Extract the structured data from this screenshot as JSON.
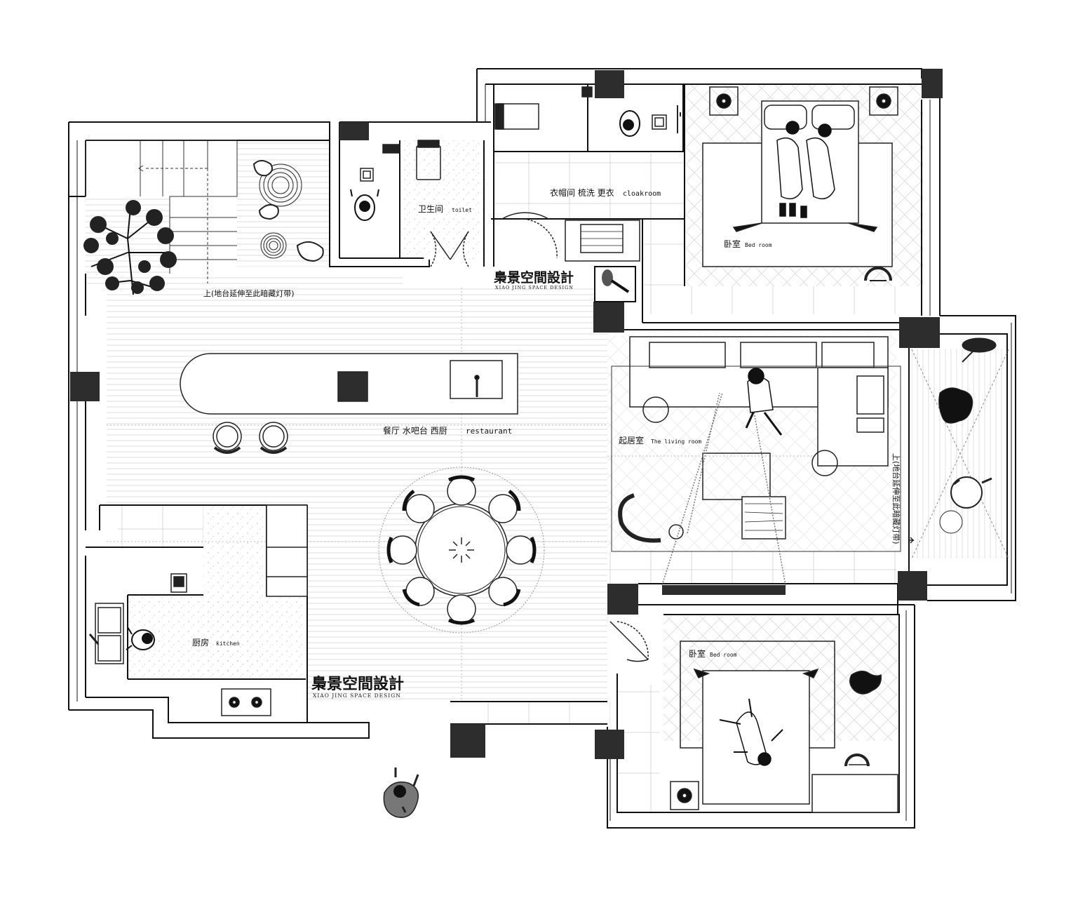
{
  "plan": {
    "rooms": {
      "toilet": {
        "zh": "卫生间",
        "en": "toilet"
      },
      "cloakroom": {
        "zh": "衣帽间 梳洗 更衣",
        "en": "cloakroom"
      },
      "bedroom_master": {
        "zh": "卧室",
        "en": "Bed room"
      },
      "restaurant": {
        "zh": "餐厅 水吧台 西厨",
        "en": "restaurant"
      },
      "living_room": {
        "zh": "起居室",
        "en": "The living room"
      },
      "kitchen": {
        "zh": "厨房",
        "en": "kitchen"
      },
      "bedroom_second": {
        "zh": "卧室",
        "en": "Bed room"
      }
    },
    "notes": {
      "balcony_up_left": "上(地台延伸至此暗藏灯带)",
      "balcony_up_right": "上(地台延伸至此暗藏灯带)"
    },
    "brand": {
      "name": "梟景空間設計",
      "subtitle": "XIAO JING SPACE DESIGN"
    }
  }
}
